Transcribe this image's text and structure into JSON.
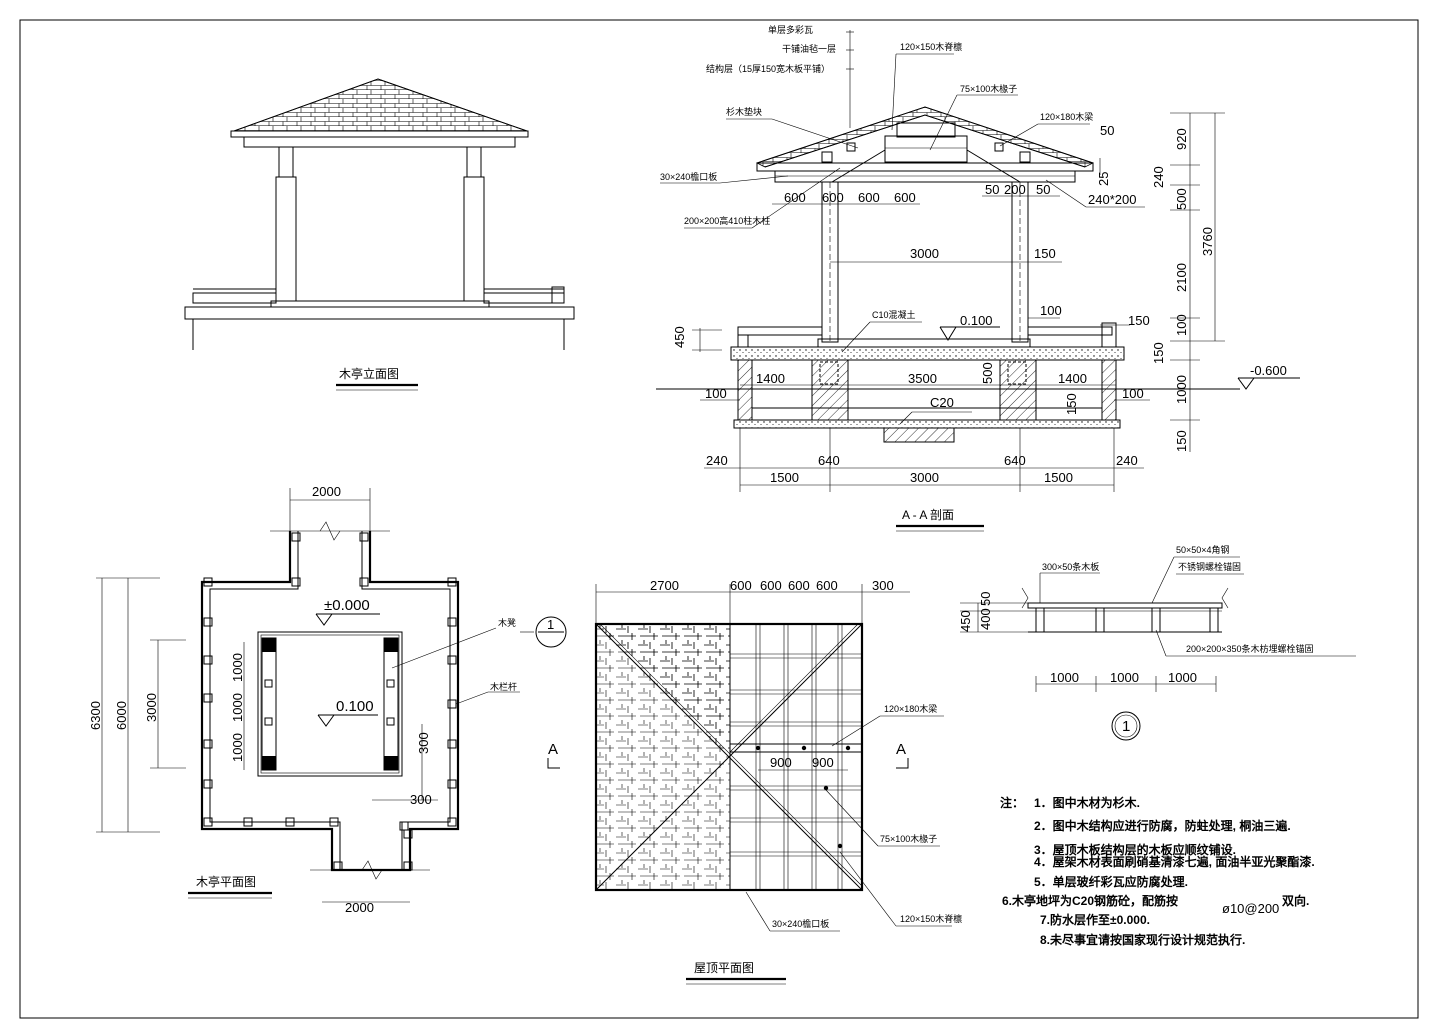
{
  "elevation": {
    "title": "木亭立面图"
  },
  "section": {
    "title": "A - A 剖面",
    "callouts": [
      "单层多彩瓦",
      "干铺油毡一层",
      "结构层（15厚150宽木板平铺）",
      "120×150木脊檩",
      "75×100木椽子",
      "杉木垫块",
      "120×180木梁",
      "30×240檐口板",
      "200×200高410柱木柱",
      "240*200",
      "C10混凝土",
      "C20"
    ],
    "dims_top": [
      "600",
      "600",
      "600",
      "600"
    ],
    "dims_post": [
      "50",
      "200",
      "50"
    ],
    "dim_span": "3000",
    "dim_150": "150",
    "dim_100": "100",
    "dim_50": "50",
    "dim_25": "25",
    "dims_right": [
      "920",
      "240",
      "500",
      "2100",
      "100",
      "150",
      "1000",
      "150"
    ],
    "dim_total": "3760",
    "dim_450": "450",
    "dim_500": "500",
    "level_010": "0.100",
    "level_neg": "-0.600",
    "dims_mid": [
      "1400",
      "3500",
      "1400"
    ],
    "dims_bottom_1": [
      "240",
      "640",
      "640",
      "240"
    ],
    "dims_bottom_2": [
      "1500",
      "3000",
      "1500"
    ]
  },
  "plan": {
    "title": "木亭平面图",
    "dim_top": "2000",
    "dim_bottom": "2000",
    "dims_left": [
      "6300",
      "6000",
      "3000"
    ],
    "dims_inner": [
      "1000",
      "1000",
      "1000"
    ],
    "dim_300a": "300",
    "dim_300b": "300",
    "level_0": "±0.000",
    "level_010": "0.100",
    "label_bench": "木凳",
    "label_rail": "木栏杆",
    "callout_num": "1"
  },
  "roof": {
    "title": "屋顶平面图",
    "dims_top": [
      "2700",
      "600",
      "600",
      "600",
      "600",
      "300"
    ],
    "dims_inner": [
      "900",
      "900"
    ],
    "section_mark": "A",
    "labels": [
      "120×180木梁",
      "75×100木椽子",
      "30×240檐口板",
      "120×150木脊檩"
    ]
  },
  "detail": {
    "number": "1",
    "labels": [
      "300×50条木板",
      "50×50×4角钢",
      "不锈钢螺栓锚固",
      "200×200×350条木枋埋螺栓锚固"
    ],
    "dims_left": [
      "450",
      "400",
      "50"
    ],
    "dims_bottom": [
      "1000",
      "1000",
      "1000"
    ]
  },
  "notes": {
    "head": "注：",
    "items": [
      "1．图中木材为杉木.",
      "2．图中木结构应进行防腐，防蛀处理, 桐油三遍.",
      "3．屋顶木板结构层的木板应顺纹铺设.",
      "4．屋架木材表面刷硝基清漆七遍, 面油半亚光聚酯漆.",
      "5．单层玻纤彩瓦应防腐处理.",
      "6.木亭地坪为C20钢筋砼，配筋按",
      "7.防水层作至±0.000.",
      "8.未尽事宜请按国家现行设计规范执行."
    ],
    "rebar": "ø10@200",
    "rebar_tail": "双向."
  }
}
